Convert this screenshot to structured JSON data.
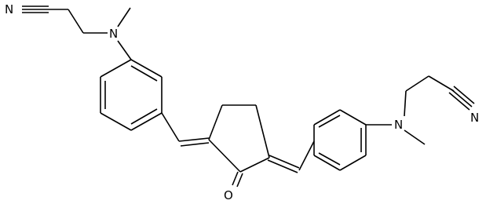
{
  "molecule": {
    "atoms": {
      "nitrile_n_left": "N",
      "amine_n_left": "N",
      "carbonyl_o": "O",
      "amine_n_right": "N",
      "nitrile_n_right": "N"
    },
    "colors": {
      "bond": "#000000",
      "label": "#000000",
      "background": "#ffffff"
    }
  }
}
